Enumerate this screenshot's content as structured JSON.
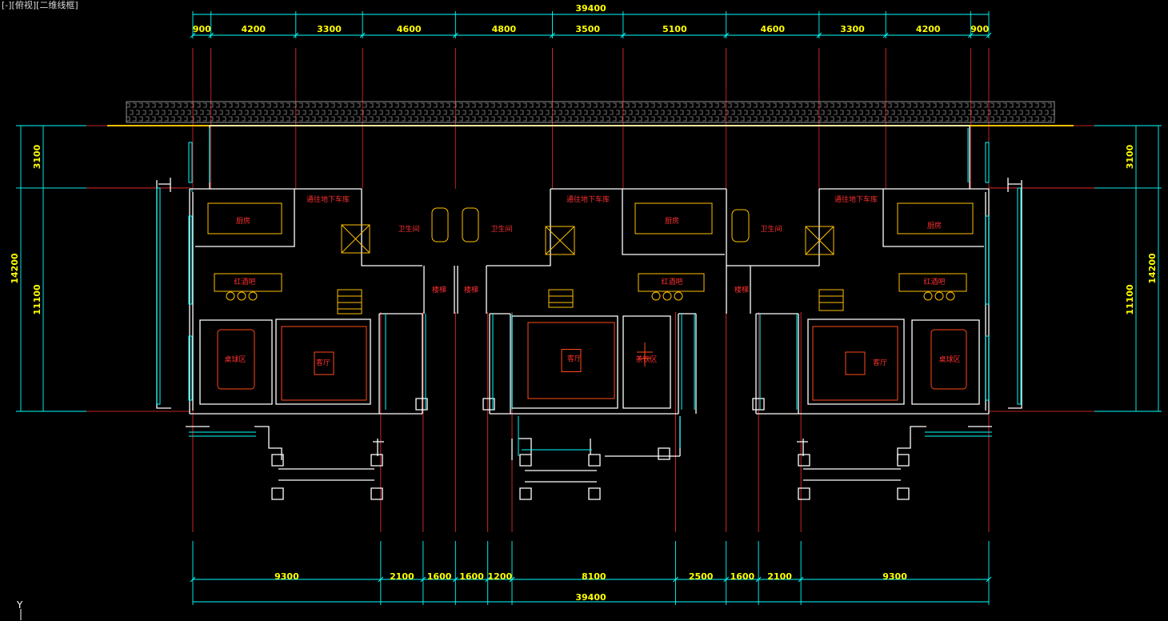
{
  "viewport_label": "[-][俯视][二维线框]",
  "dimensions": {
    "overall_top": "39400",
    "overall_bottom": "39400",
    "top_segments": [
      "900",
      "4200",
      "3300",
      "4600",
      "4800",
      "3500",
      "5100",
      "4600",
      "3300",
      "4200",
      "900"
    ],
    "bottom_segments": [
      "9300",
      "2100",
      "1600",
      "1600",
      "1200",
      "8100",
      "2500",
      "1600",
      "2100",
      "9300"
    ],
    "left_overall": "14200",
    "left_segments": [
      "3100",
      "11100"
    ],
    "right_overall": "14200",
    "right_segments": [
      "3100",
      "11100"
    ]
  },
  "room_labels": {
    "ramp": "通往地下车库",
    "bath": "卫生间",
    "kitchen": "厨房",
    "bar": "红酒吧",
    "billiard": "桌球区",
    "living": "客厅",
    "tea": "茶饮区",
    "stair": "楼梯"
  },
  "colors": {
    "background": "#000000",
    "dimension_text": "#ffff00",
    "dimension_line": "#00ffff",
    "axis_line": "#ff3030",
    "wall": "#ffffff",
    "furniture": "#ffc000",
    "window": "#00ffff"
  },
  "ucs_icon": "y-axis-icon",
  "ucs_label": "Y"
}
